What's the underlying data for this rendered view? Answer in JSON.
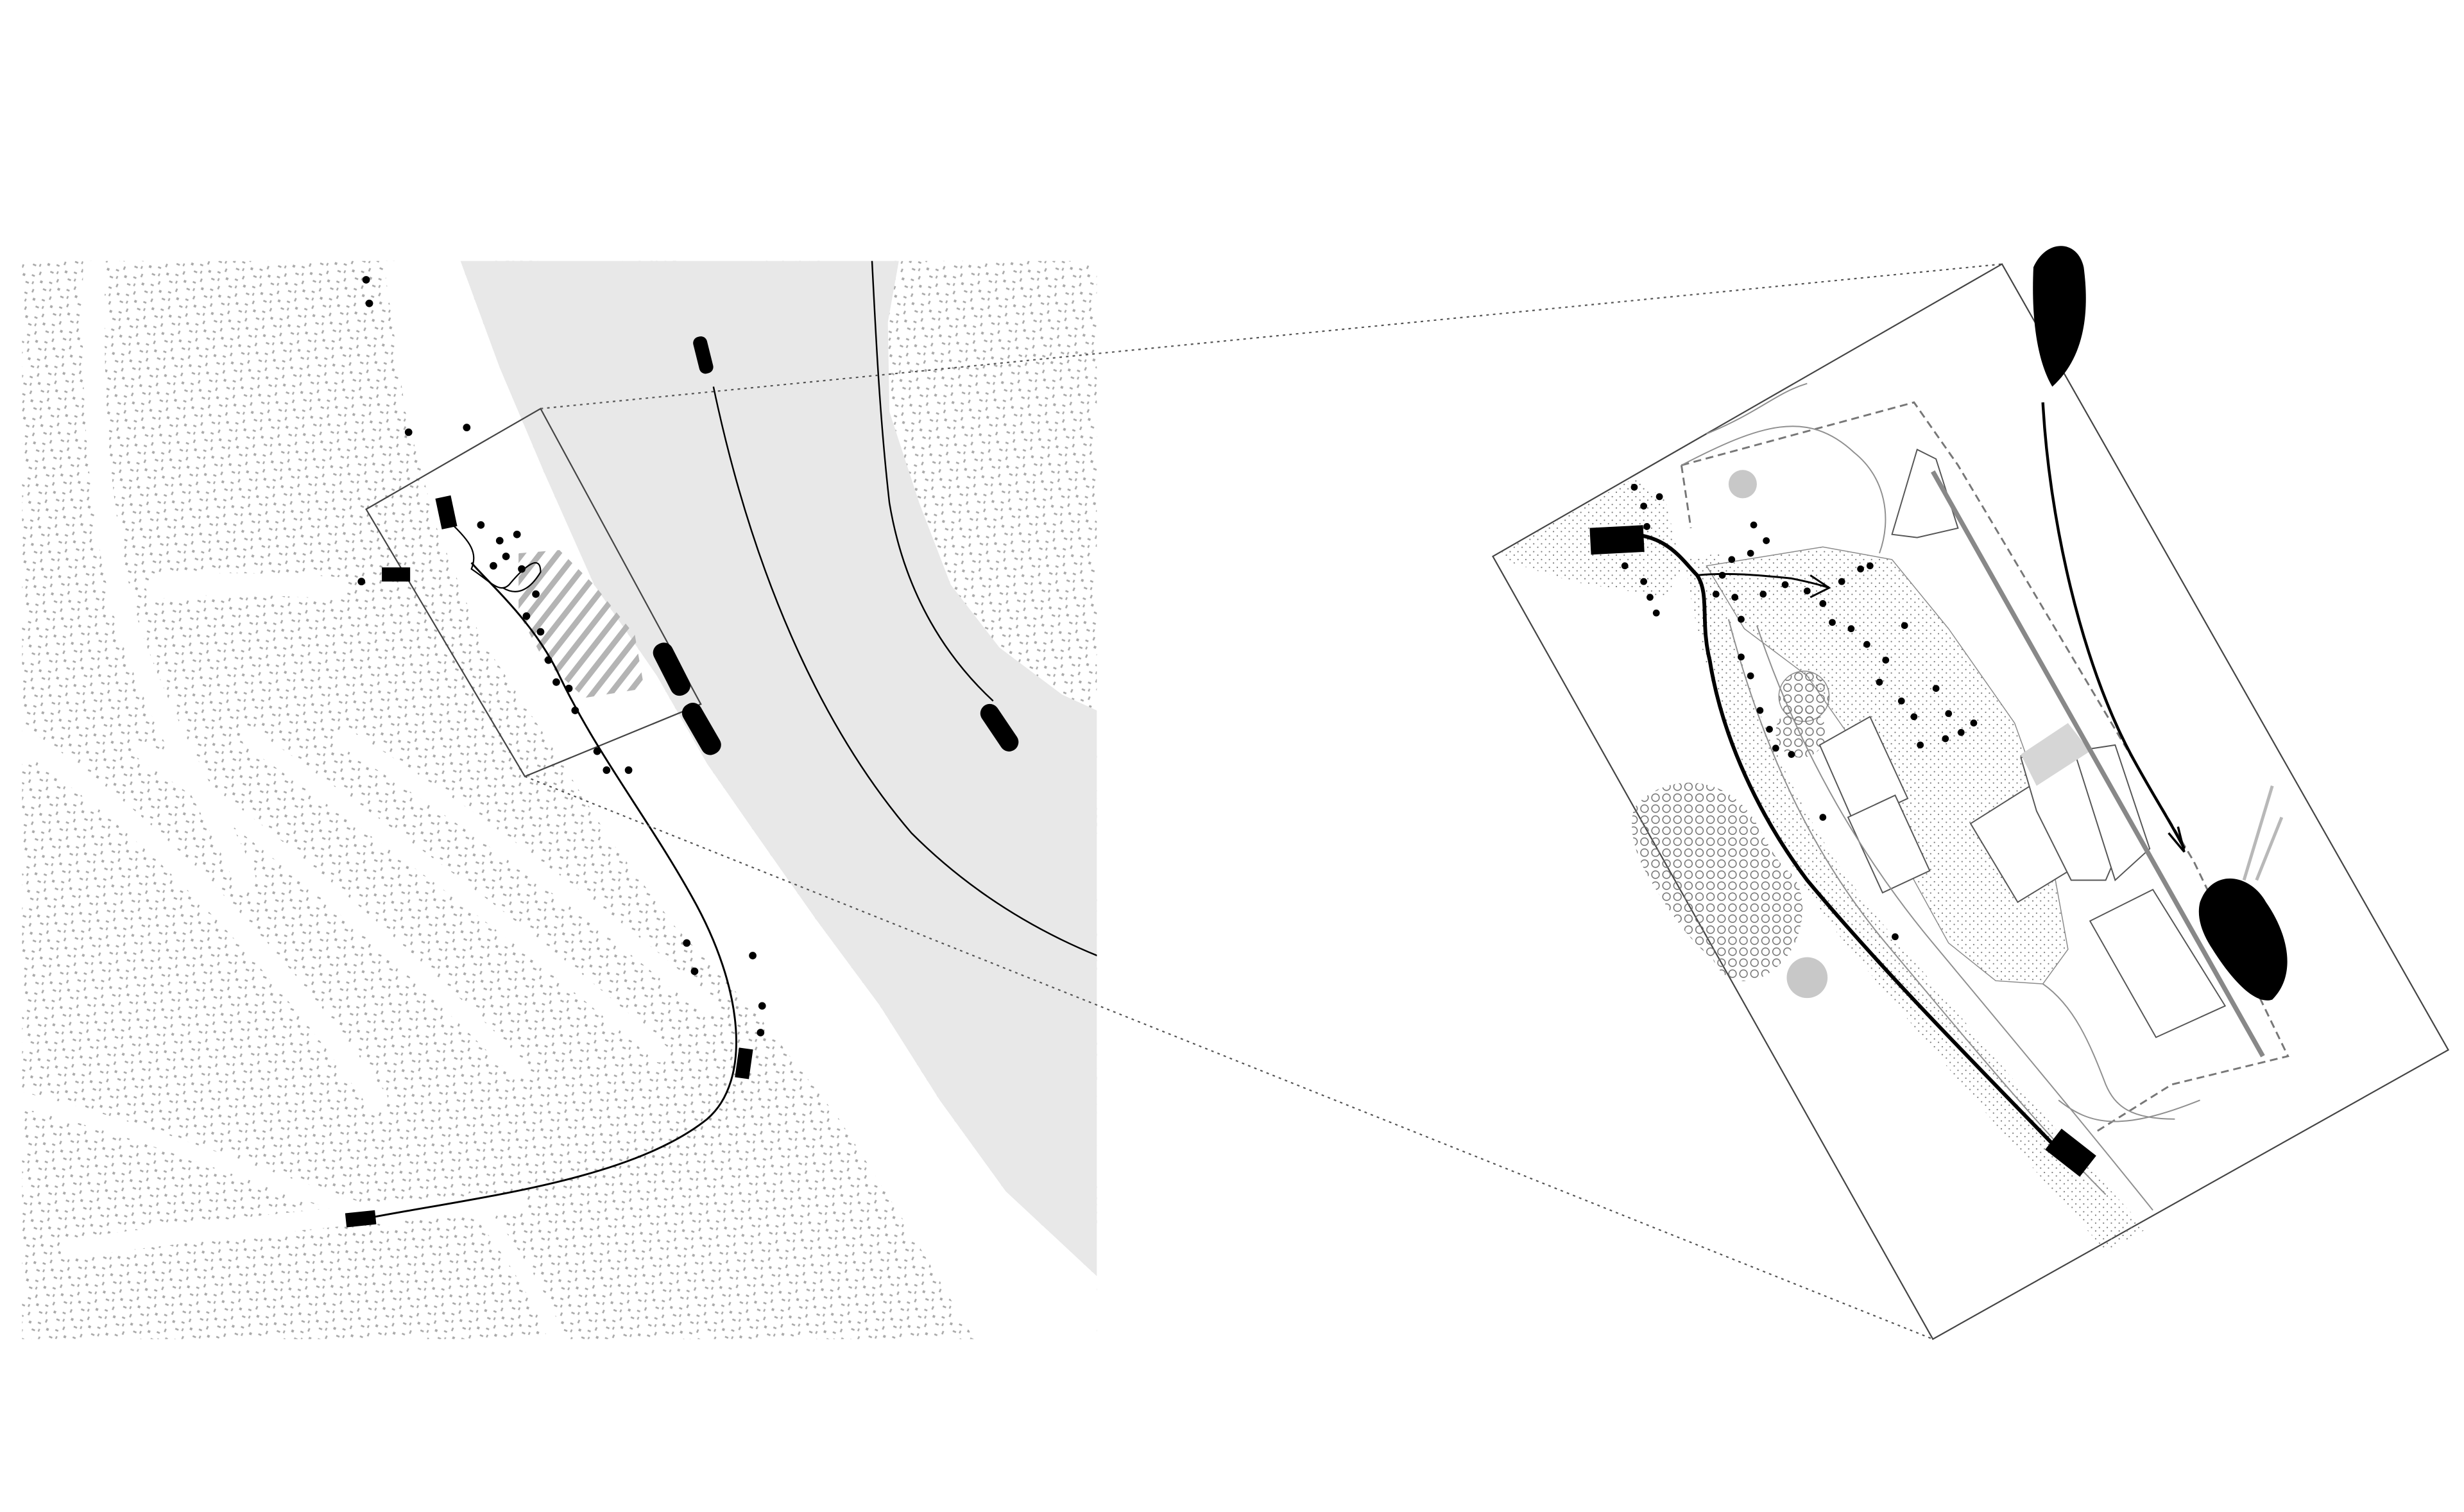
{
  "title": "",
  "colors": {
    "background": "#ffffff",
    "water": "#e8e8e8",
    "land_stipple": "#a9a9a9",
    "ink": "#000000",
    "frame_line": "#444444",
    "detail_grey": "#9a9a9a"
  },
  "icons": {
    "vehicle": "rounded-rectangle",
    "boat": "boat-hull",
    "tree": "dot"
  },
  "legend": []
}
